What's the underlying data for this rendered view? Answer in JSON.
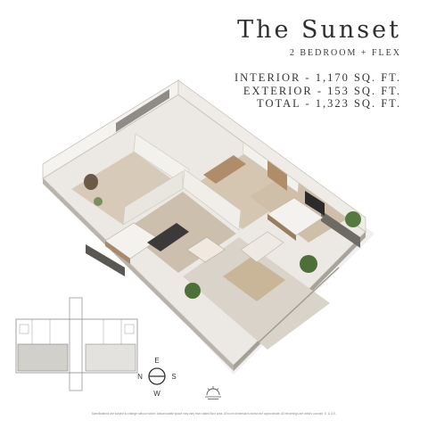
{
  "plan": {
    "name": "The Sunset",
    "type": "2 BEDROOM + FLEX",
    "areas": [
      "INTERIOR - 1,170 SQ. FT.",
      "EXTERIOR - 153 SQ. FT.",
      "TOTAL - 1,323 SQ. FT."
    ]
  },
  "compass": {
    "n": "N",
    "e": "E",
    "s": "S",
    "w": "W"
  },
  "disclaimer": "Specifications are subject to change without notice. Actual usable space may vary from stated floor area. All room dimensions shown are approximate. All renderings are artist's concept. E. & O.E.",
  "colors": {
    "wall": "#ece9e4",
    "floor": "#cdbfae",
    "wood": "#b08d68",
    "rug": "#c9b698",
    "plant": "#4d7038",
    "keyplan_highlight": "#d2d0ca"
  }
}
